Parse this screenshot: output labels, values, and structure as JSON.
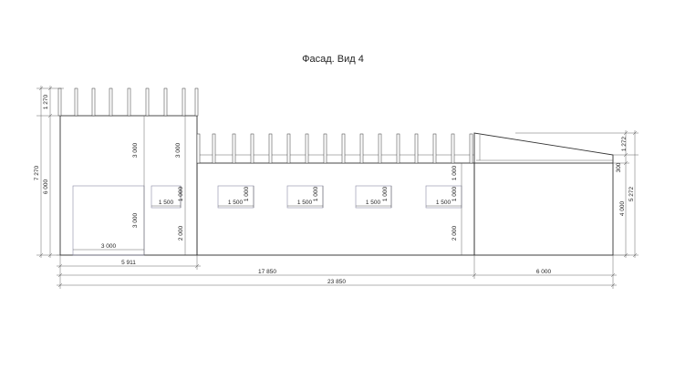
{
  "title": "Фасад. Вид 4",
  "dimensions": {
    "left_top": "1 270",
    "left_overall": "7 270",
    "left_wall": "6 000",
    "upper_a": "3 000",
    "upper_b": "3 000",
    "lower_left": "3 000",
    "lower_mid": "2 000",
    "lower_right": "2 000",
    "win_small": "1 000",
    "win_large_w": "3 000",
    "win_w": "1 500",
    "win_right_h": "1 000",
    "right_roof": "1 272",
    "right_300": "300",
    "right_overall": "5 272",
    "right_wall": "4 000",
    "bottom_5911": "5 911",
    "bottom_17850": "17 850",
    "bottom_6000": "6 000",
    "bottom_23850": "23 850"
  }
}
